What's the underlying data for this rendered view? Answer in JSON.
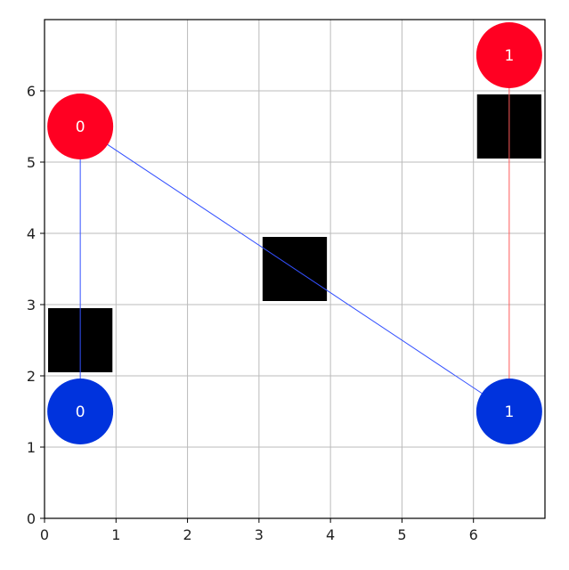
{
  "chart_data": {
    "type": "scatter",
    "title": "",
    "xlabel": "",
    "ylabel": "",
    "xlim": [
      0,
      7
    ],
    "ylim": [
      0,
      7
    ],
    "grid": true,
    "x_ticks": [
      0,
      1,
      2,
      3,
      4,
      5,
      6
    ],
    "y_ticks": [
      0,
      1,
      2,
      3,
      4,
      5,
      6
    ],
    "obstacles": [
      {
        "x": [
          0,
          1
        ],
        "y": [
          2,
          3
        ]
      },
      {
        "x": [
          3,
          4
        ],
        "y": [
          3,
          4
        ]
      },
      {
        "x": [
          6,
          7
        ],
        "y": [
          5,
          6
        ]
      }
    ],
    "start_points": [
      {
        "label": "0",
        "x": 0.5,
        "y": 1.5
      },
      {
        "label": "1",
        "x": 6.5,
        "y": 1.5
      }
    ],
    "goal_points": [
      {
        "label": "0",
        "x": 0.5,
        "y": 5.5
      },
      {
        "label": "1",
        "x": 6.5,
        "y": 6.5
      }
    ],
    "connections": [
      {
        "from": [
          0.5,
          1.5
        ],
        "to": [
          0.5,
          5.5
        ],
        "color": "#3350ff"
      },
      {
        "from": [
          0.5,
          5.5
        ],
        "to": [
          6.5,
          1.5
        ],
        "color": "#3350ff"
      },
      {
        "from": [
          6.5,
          1.5
        ],
        "to": [
          6.5,
          6.5
        ],
        "color": "#ff5a5a"
      }
    ],
    "colors": {
      "start_marker": "#0033dd",
      "goal_marker": "#ff0022",
      "obstacle": "#000000",
      "grid": "#bbbbbb",
      "axes": "#000000"
    }
  }
}
